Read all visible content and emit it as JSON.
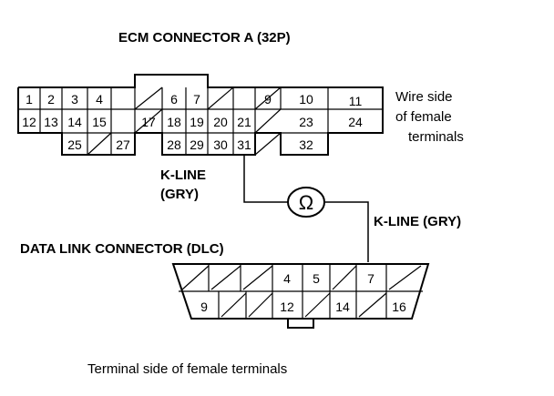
{
  "ecm": {
    "title": "ECM CONNECTOR A (32P)",
    "pins": [
      "1",
      "2",
      "3",
      "4",
      "6",
      "7",
      "9",
      "10",
      "11",
      "12",
      "13",
      "14",
      "15",
      "17",
      "18",
      "19",
      "20",
      "21",
      "23",
      "24",
      "25",
      "27",
      "28",
      "29",
      "30",
      "31",
      "32"
    ],
    "side_note": [
      "Wire side",
      "of female",
      "terminals"
    ]
  },
  "wire": {
    "k_line_short": [
      "K-LINE",
      "(GRY)"
    ],
    "k_line_long": "K-LINE (GRY)",
    "meter_symbol": "Ω"
  },
  "dlc": {
    "title": "DATA LINK CONNECTOR (DLC)",
    "pins": [
      "4",
      "5",
      "7",
      "9",
      "12",
      "14",
      "16"
    ]
  },
  "caption": "Terminal side of female terminals",
  "colors": {
    "ink": "#000000",
    "paper": "#ffffff"
  }
}
